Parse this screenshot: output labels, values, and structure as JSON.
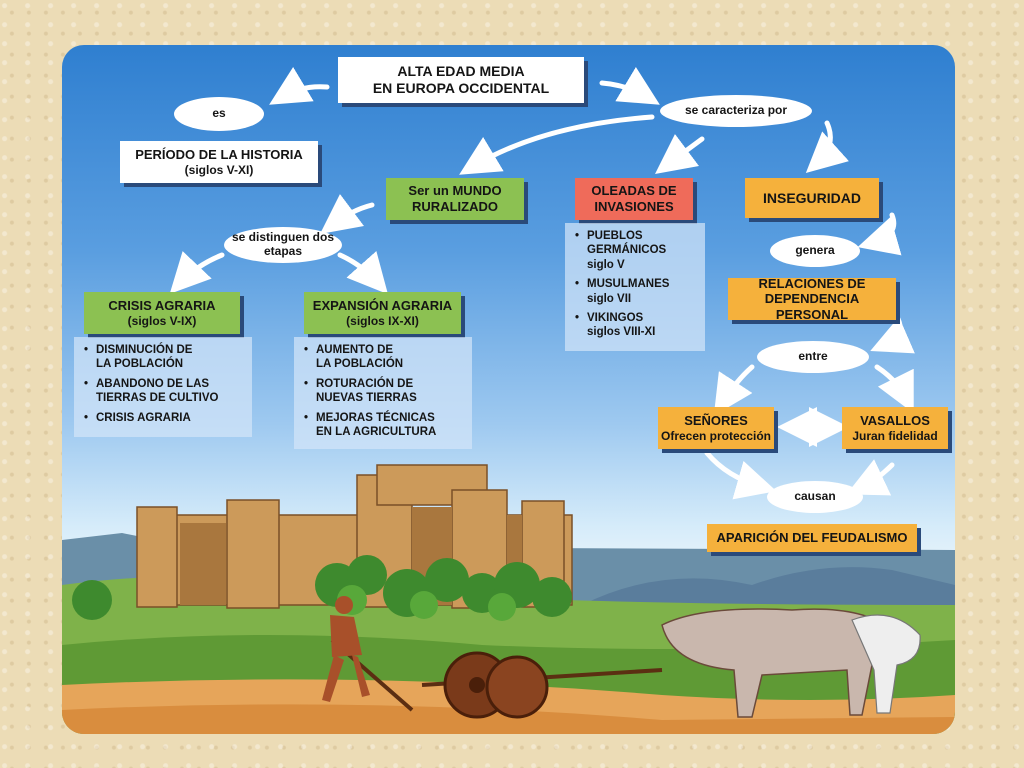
{
  "title_box": {
    "line1": "ALTA EDAD MEDIA",
    "line2": "EN EUROPA OCCIDENTAL"
  },
  "connectors": {
    "es": "es",
    "se_caracteriza": "se caracteriza por",
    "se_distinguen": "se distinguen dos etapas",
    "genera": "genera",
    "entre": "entre",
    "causan": "causan"
  },
  "periodo": {
    "line1": "PERÍODO DE LA HISTORIA",
    "line2": "(siglos V-XI)"
  },
  "mundo": {
    "line1": "Ser un MUNDO",
    "line2": "RURALIZADO"
  },
  "oleadas": {
    "line1": "OLEADAS DE",
    "line2": "INVASIONES",
    "items": [
      {
        "a": "PUEBLOS",
        "b": "GERMÁNICOS",
        "c": "siglo V"
      },
      {
        "a": "MUSULMANES",
        "b": "siglo VII",
        "c": ""
      },
      {
        "a": "VIKINGOS",
        "b": "siglos VIII-XI",
        "c": ""
      }
    ]
  },
  "inseguridad": "INSEGURIDAD",
  "relaciones": {
    "line1": "RELACIONES DE",
    "line2": "DEPENDENCIA PERSONAL"
  },
  "crisis": {
    "line1": "CRISIS AGRARIA",
    "line2": "(siglos V-IX)",
    "items": [
      {
        "a": "DISMINUCIÓN DE",
        "b": "LA POBLACIÓN"
      },
      {
        "a": "ABANDONO DE LAS",
        "b": "TIERRAS DE CULTIVO"
      },
      {
        "a": "CRISIS AGRARIA",
        "b": ""
      }
    ]
  },
  "expansion": {
    "line1": "EXPANSIÓN AGRARIA",
    "line2": "(siglos IX-XI)",
    "items": [
      {
        "a": "AUMENTO DE",
        "b": "LA POBLACIÓN"
      },
      {
        "a": "ROTURACIÓN DE",
        "b": "NUEVAS TIERRAS"
      },
      {
        "a": "MEJORAS TÉCNICAS",
        "b": "EN LA AGRICULTURA"
      }
    ]
  },
  "senores": {
    "line1": "SEÑORES",
    "line2": "Ofrecen protección"
  },
  "vasallos": {
    "line1": "VASALLOS",
    "line2": "Juran fidelidad"
  },
  "feudalismo": "APARICIÓN DEL FEUDALISMO",
  "colors": {
    "green": "#8cc152",
    "orange": "#f5b13c",
    "red": "#ef6b5a",
    "sky": "#2f7fd0"
  }
}
